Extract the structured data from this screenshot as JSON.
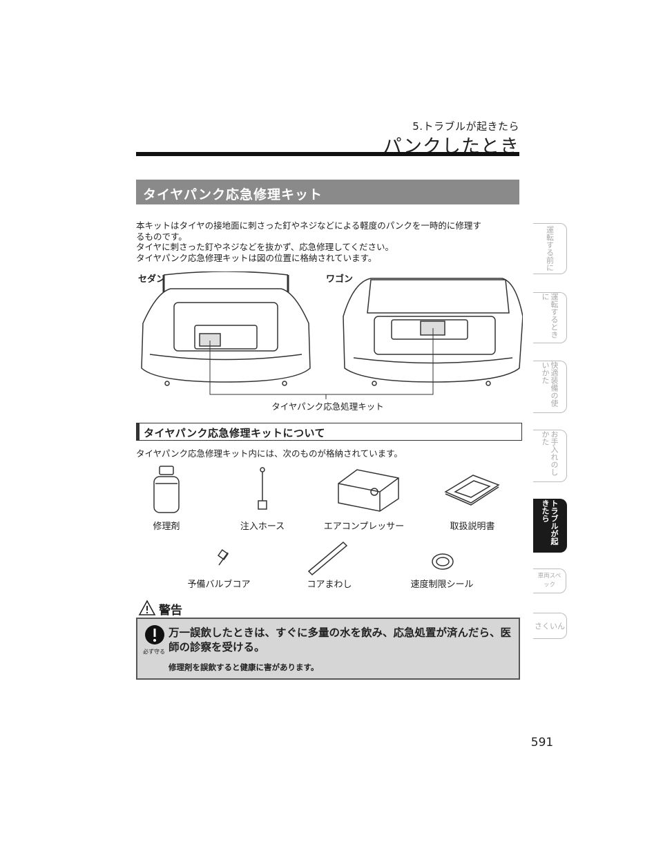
{
  "header": {
    "chapter": "5.トラブルが起きたら",
    "section": "パンクしたとき"
  },
  "kit_heading": "タイヤパンク応急修理キット",
  "intro": [
    "本キットはタイヤの接地面に刺さった釘やネジなどによる軽度のパンクを一時的に修理す",
    "るものです。",
    "タイヤに刺さった釘やネジなどを抜かず、応急修理してください。",
    "タイヤパンク応急修理キットは図の位置に格納されています。"
  ],
  "figure": {
    "sedan_label": "セダン",
    "wagon_label": "ワゴン",
    "callout": "タイヤパンク応急処理キット"
  },
  "about_heading": "タイヤパンク応急修理キットについて",
  "about_text": "タイヤパンク応急修理キット内には、次のものが格納されています。",
  "items": {
    "repair_agent": "修理剤",
    "hose": "注入ホース",
    "compressor": "エアコンプレッサー",
    "manual": "取扱説明書",
    "valve_core": "予備バルブコア",
    "core_tool": "コアまわし",
    "speed_seal": "速度制限シール"
  },
  "warning": {
    "title": "警告",
    "must_label": "必ず守る",
    "main": "万一誤飲したときは、すぐに多量の水を飲み、応急処置が済んだら、医師の診察を受ける。",
    "sub": "修理剤を誤飲すると健康に害があります。"
  },
  "tabs": [
    "運転する前に",
    "運転するときに",
    "快適装備の使いかた",
    "お手入れのしかた",
    "トラブルが起きたら",
    "車両スペック",
    "さくいん"
  ],
  "page_number": "591"
}
